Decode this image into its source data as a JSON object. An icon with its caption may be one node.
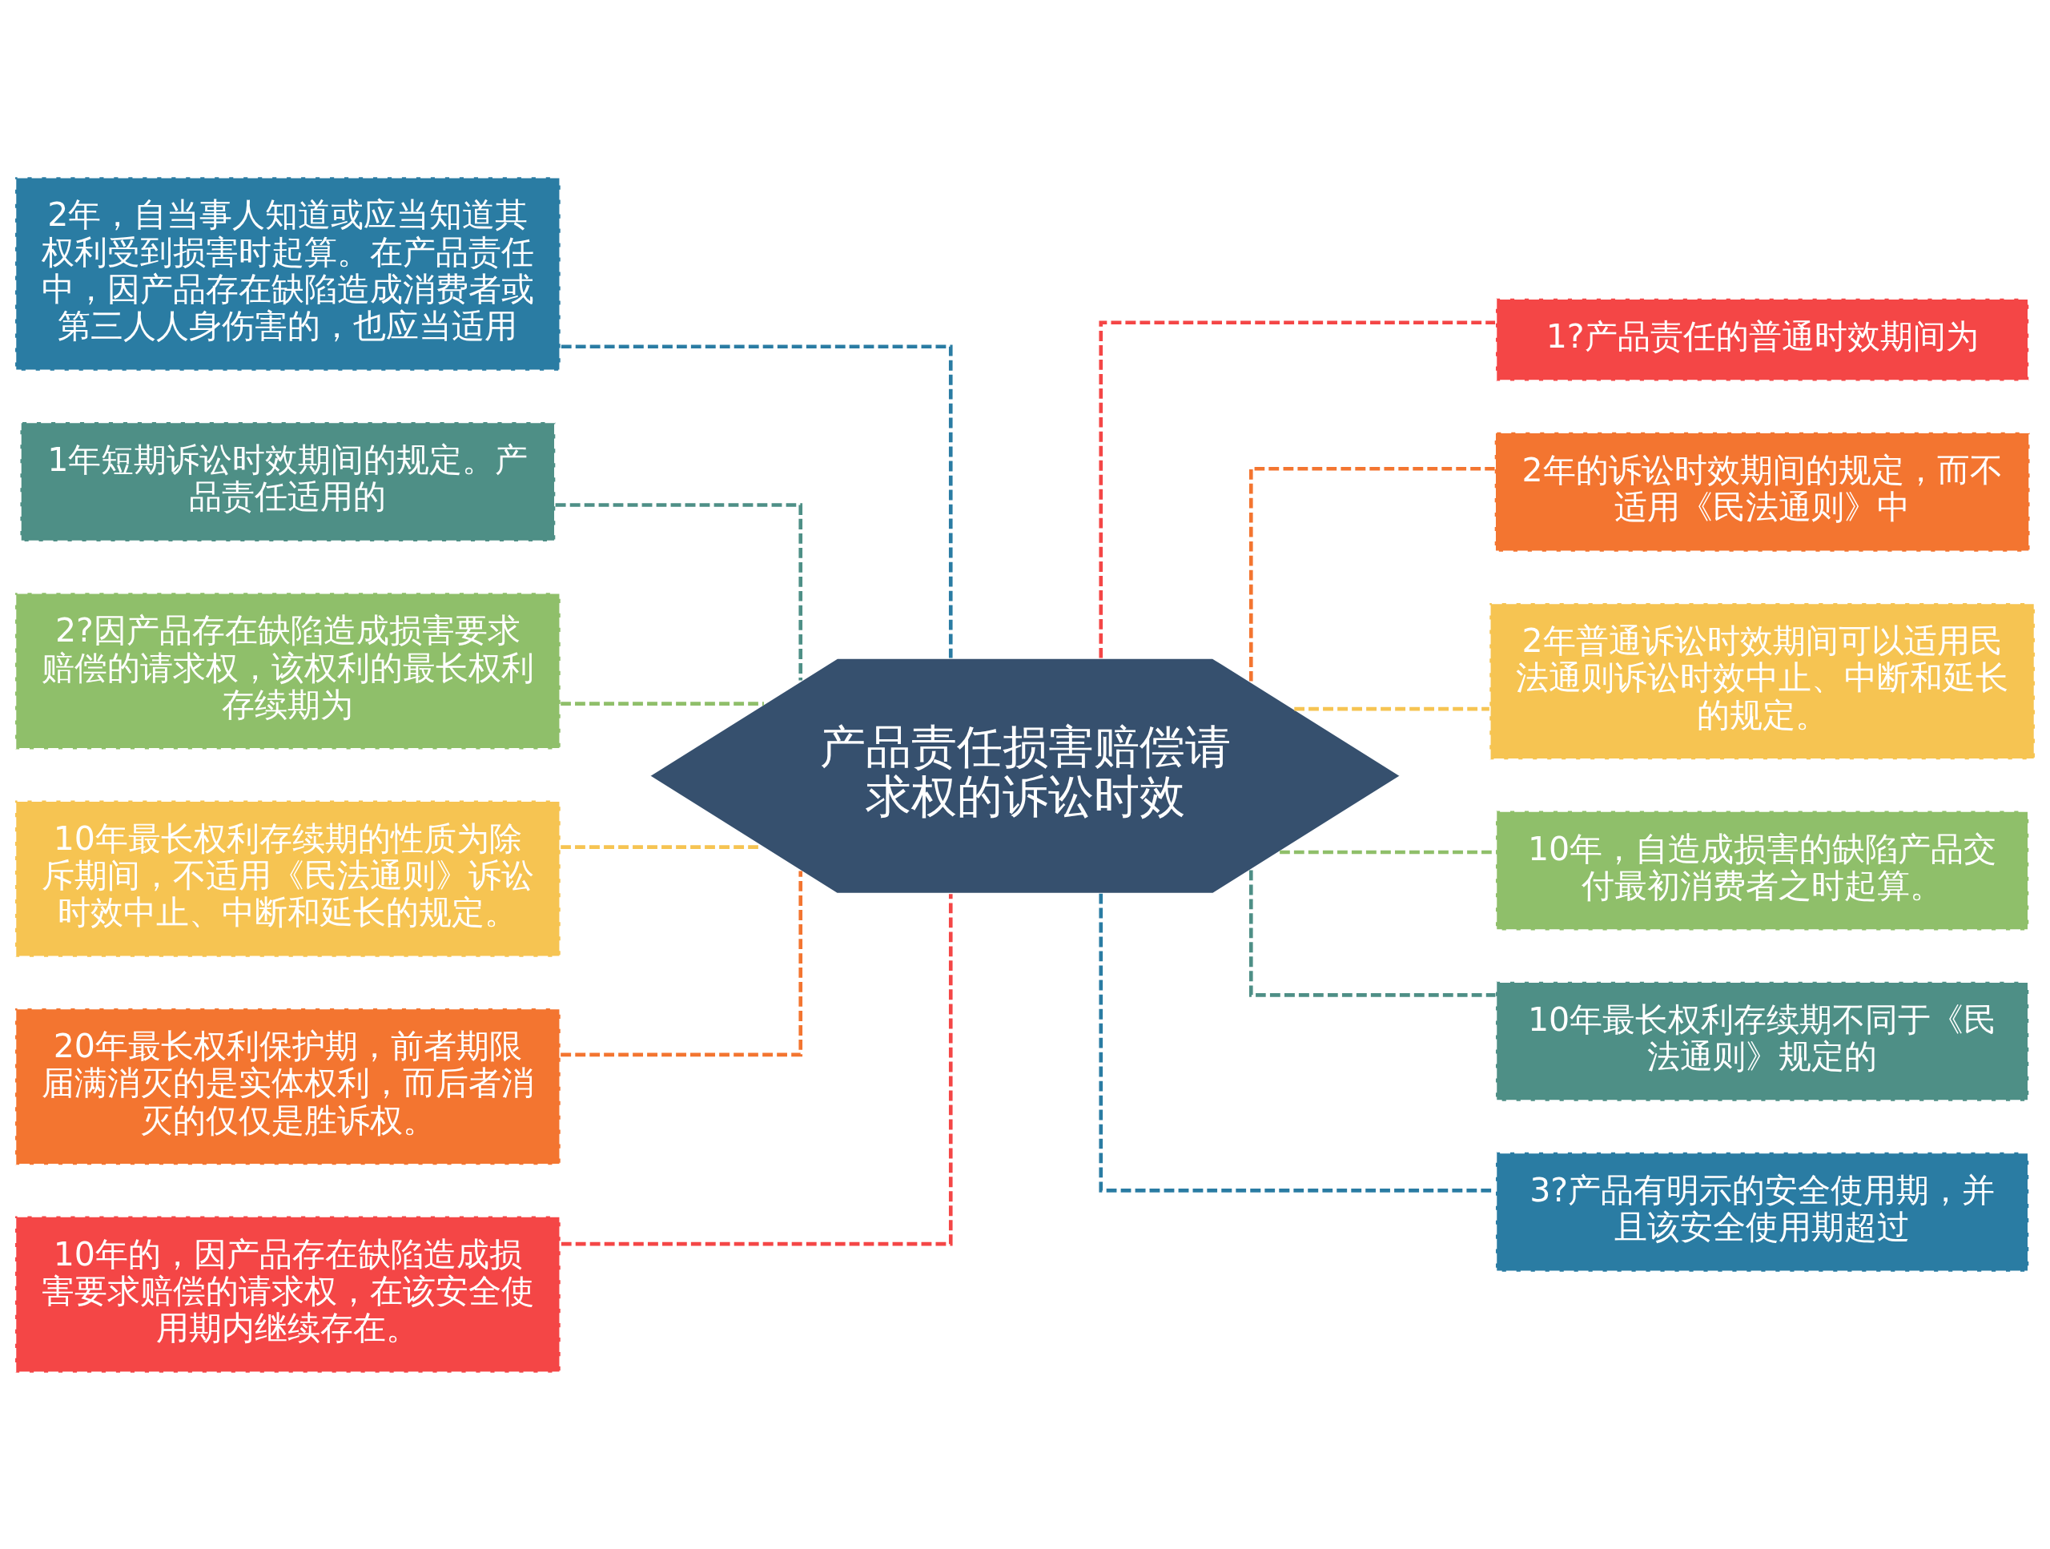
{
  "diagram": {
    "nodes": [
      {
        "text": [
          "产品责任损害赔偿请求权的诉讼时效"
        ]
      },
      {
        "text": [
          "2年，自当事人知道或应当知道其权利受到损害时起算。在产品责任中，因产品存在缺陷造成消费者或第三人人身伤害的，也应当适用"
        ]
      },
      {
        "text": [
          "1年短期诉讼时效期间的规定。产品责任适用的"
        ]
      },
      {
        "text": [
          "2?因产品存在缺陷造成损害要求赔偿的请求权，该权利的最长权利存续期为"
        ]
      },
      {
        "text": [
          "10年最长权利存续期的性质为除斥期间，不适用《民法通则》诉讼时效中止、中断和延长的规定。"
        ]
      },
      {
        "text": [
          "20年最长权利保护期，前者期限届满消灭的是实体权利，而后者消灭的仅仅是胜诉权。"
        ]
      },
      {
        "text": [
          "10年的，因产品存在缺陷造成损害要求赔偿的请求权，在该安全使用期内继续存在。"
        ]
      },
      {
        "text": [
          "1?产品责任的普通时效期间为"
        ]
      },
      {
        "text": [
          "2年的诉讼时效期间的规定，而不适用《民法通则》中"
        ]
      },
      {
        "text": [
          "2年普通诉讼时效期间可以适用民法通则诉讼时效中止、中断和延长的规定。"
        ]
      },
      {
        "text": [
          "10年，自造成损害的缺陷产品交付最初消费者之时起算。"
        ]
      },
      {
        "text": [
          "10年最长权利存续期不同于《民法通则》规定的"
        ]
      },
      {
        "text": [
          "3?产品有明示的安全使用期，并且该安全使用期超过"
        ]
      }
    ],
    "edges": [
      {
        "from": 0,
        "to": 1,
        "arrow": "none",
        "style": "dashed",
        "color": "#2a7ca3"
      },
      {
        "from": 0,
        "to": 2,
        "arrow": "none",
        "style": "dashed",
        "color": "#4e8f86"
      },
      {
        "from": 0,
        "to": 3,
        "arrow": "none",
        "style": "dashed",
        "color": "#8fbf6a"
      },
      {
        "from": 0,
        "to": 4,
        "arrow": "none",
        "style": "dashed",
        "color": "#f6c452"
      },
      {
        "from": 0,
        "to": 5,
        "arrow": "none",
        "style": "dashed",
        "color": "#f37530"
      },
      {
        "from": 0,
        "to": 6,
        "arrow": "none",
        "style": "dashed",
        "color": "#f44646"
      },
      {
        "from": 0,
        "to": 7,
        "arrow": "none",
        "style": "dashed",
        "color": "#f44646"
      },
      {
        "from": 0,
        "to": 8,
        "arrow": "none",
        "style": "dashed",
        "color": "#f37530"
      },
      {
        "from": 0,
        "to": 9,
        "arrow": "none",
        "style": "dashed",
        "color": "#f6c452"
      },
      {
        "from": 0,
        "to": 10,
        "arrow": "none",
        "style": "dashed",
        "color": "#8fbf6a"
      },
      {
        "from": 0,
        "to": 11,
        "arrow": "none",
        "style": "dashed",
        "color": "#4e8f86"
      },
      {
        "from": 0,
        "to": 12,
        "arrow": "none",
        "style": "dashed",
        "color": "#2a7ca3"
      }
    ]
  }
}
